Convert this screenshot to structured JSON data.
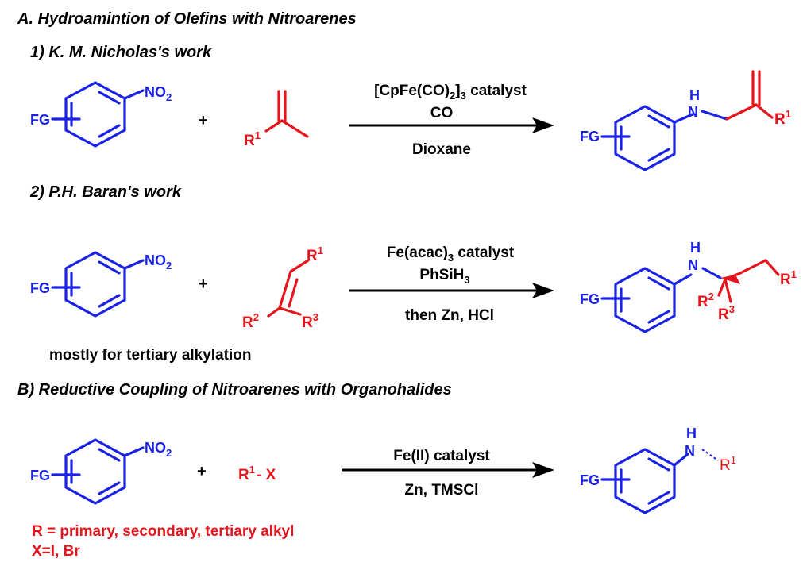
{
  "colors": {
    "blue": "#1a22e6",
    "red": "#e8141b",
    "black": "#000000"
  },
  "section_a": {
    "title": "A. Hydroamintion of Olefins with Nitroarenes",
    "work1": {
      "heading": "1) K. M. Nicholas's work",
      "reactant_fg": "FG",
      "nitro": "NO",
      "nitro_sub": "2",
      "plus": "+",
      "olefin_r": "R",
      "olefin_r_sup": "1",
      "cond_line1_main": "[CpFe(CO)",
      "cond_line1_sub": "2",
      "cond_line1_end": "]",
      "cond_line1_sub2": "3",
      "cond_line1_tail": " catalyst",
      "cond_line2": "CO",
      "cond_line3": "Dioxane",
      "product_fg": "FG",
      "product_h": "H",
      "product_n": "N",
      "product_r": "R",
      "product_r_sup": "1"
    },
    "work2": {
      "heading": "2) P.H.  Baran's work",
      "reactant_fg": "FG",
      "nitro": "NO",
      "nitro_sub": "2",
      "plus": "+",
      "olefin_r1": "R",
      "olefin_r1_sup": "1",
      "olefin_r2": "R",
      "olefin_r2_sup": "2",
      "olefin_r3": "R",
      "olefin_r3_sup": "3",
      "cond_line1_main": "Fe(acac)",
      "cond_line1_sub": "3",
      "cond_line1_tail": " catalyst",
      "cond_line2_main": "PhSiH",
      "cond_line2_sub": "3",
      "cond_line3": "then Zn, HCl",
      "product_fg": "FG",
      "product_h": "H",
      "product_n": "N",
      "product_r1": "R",
      "product_r1_sup": "1",
      "product_r2": "R",
      "product_r2_sup": "2",
      "product_r3": "R",
      "product_r3_sup": "3",
      "note": "mostly for tertiary alkylation"
    }
  },
  "section_b": {
    "title": "B) Reductive Coupling of Nitroarenes with Organohalides",
    "reactant_fg": "FG",
    "nitro": "NO",
    "nitro_sub": "2",
    "plus": "+",
    "halide_r": "R",
    "halide_sup": "1",
    "halide_x": "- X",
    "cond_line1": "Fe(II) catalyst",
    "cond_line2": "Zn, TMSCl",
    "product_fg": "FG",
    "product_h": "H",
    "product_n": "N",
    "product_r": "R",
    "product_r_sup": "1",
    "note_r": "R = primary, secondary, tertiary alkyl",
    "note_x": "X=I, Br"
  }
}
